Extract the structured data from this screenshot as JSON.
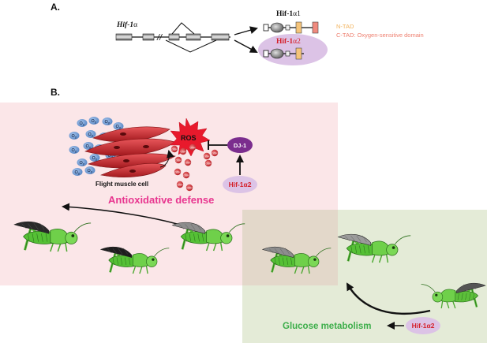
{
  "panel_a": {
    "label": "A.",
    "gene_name": "Hif-1",
    "gene_suffix": "α",
    "isoform1": {
      "name": "Hif-1",
      "suffix": "α1"
    },
    "isoform2": {
      "name": "Hif-1",
      "suffix": "α2"
    },
    "legend": {
      "ntad": "N-TAD",
      "ctad": "C-TAD: Oxygen-sensitive domain"
    }
  },
  "panel_b": {
    "label": "B.",
    "oxygen_label": "O",
    "oxygen_subscript": "2",
    "ros_label": "ROS",
    "dj1_label": "DJ-1",
    "hif_a2_top": "Hif-1α2",
    "hif_a2_bottom": "Hif-1α2",
    "flight_muscle_label": "Flight muscle cell",
    "antioxidative_label": "Antioxidative defense",
    "glucose_label": "Glucose metabolism",
    "gsh_label": "GSH"
  },
  "colors": {
    "pink_region": "#fbe6e8",
    "green_region": "#e4ebd7",
    "antioxidative_text": "#e8368f",
    "glucose_text": "#3dae4a",
    "ntad": "#f5c47a",
    "ctad": "#f08a7e",
    "ros_red": "#e8192c",
    "dj1_purple": "#7b2d8e",
    "hif_pill": "#dcc3e6",
    "oxygen_blue": "#5b8fcf"
  }
}
